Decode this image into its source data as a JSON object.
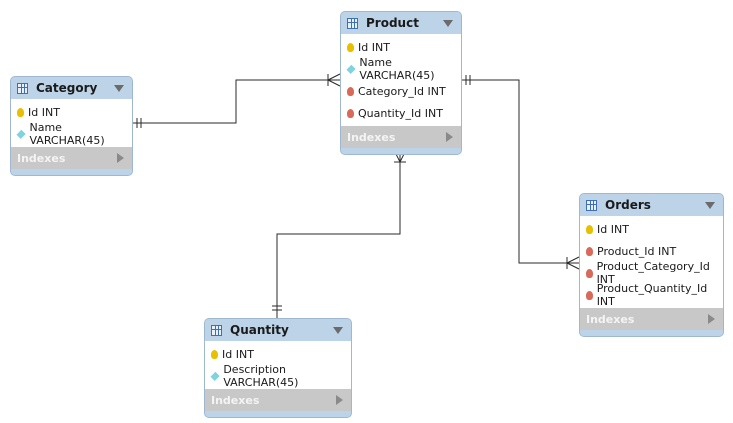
{
  "entities": {
    "category": {
      "title": "Category",
      "columns": [
        {
          "text": "Id INT",
          "icon": "primary-key-icon"
        },
        {
          "text": "Name VARCHAR(45)",
          "icon": "attribute-icon"
        }
      ],
      "indexes_label": "Indexes"
    },
    "product": {
      "title": "Product",
      "columns": [
        {
          "text": "Id INT",
          "icon": "primary-key-icon"
        },
        {
          "text": "Name VARCHAR(45)",
          "icon": "attribute-icon"
        },
        {
          "text": "Category_Id INT",
          "icon": "foreign-key-icon"
        },
        {
          "text": "Quantity_Id INT",
          "icon": "foreign-key-icon"
        }
      ],
      "indexes_label": "Indexes"
    },
    "quantity": {
      "title": "Quantity",
      "columns": [
        {
          "text": "Id INT",
          "icon": "primary-key-icon"
        },
        {
          "text": "Description VARCHAR(45)",
          "icon": "attribute-icon"
        }
      ],
      "indexes_label": "Indexes"
    },
    "orders": {
      "title": "Orders",
      "columns": [
        {
          "text": "Id INT",
          "icon": "primary-key-icon"
        },
        {
          "text": "Product_Id INT",
          "icon": "foreign-key-icon"
        },
        {
          "text": "Product_Category_Id INT",
          "icon": "foreign-key-icon"
        },
        {
          "text": "Product_Quantity_Id INT",
          "icon": "foreign-key-icon"
        }
      ],
      "indexes_label": "Indexes"
    }
  },
  "relationships": [
    {
      "from": "Category",
      "to": "Product",
      "from_cardinality": "one",
      "to_cardinality": "one-or-many"
    },
    {
      "from": "Quantity",
      "to": "Product",
      "from_cardinality": "one",
      "to_cardinality": "one-or-many"
    },
    {
      "from": "Product",
      "to": "Orders",
      "from_cardinality": "one",
      "to_cardinality": "one-or-many"
    }
  ],
  "colors": {
    "header": "#bcd3e8",
    "indexes_bar": "#c8c8c8",
    "primary_key": "#e8c000",
    "foreign_key": "#d96a5a",
    "attribute": "#7fd3e0",
    "connector": "#2a2a2a"
  }
}
